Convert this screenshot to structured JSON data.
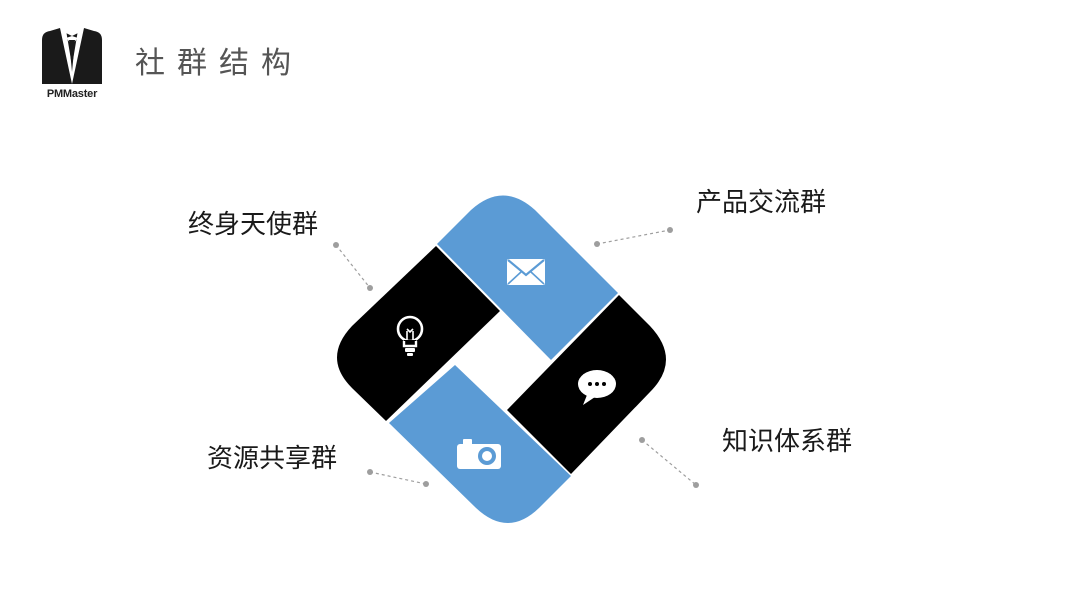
{
  "header": {
    "logo_text": "PMMaster",
    "title": "社群结构"
  },
  "diagram": {
    "segments": [
      {
        "label": "产品交流群",
        "icon": "envelope-icon",
        "color": "#5b9bd5"
      },
      {
        "label": "知识体系群",
        "icon": "chat-bubble-icon",
        "color": "#000000"
      },
      {
        "label": "资源共享群",
        "icon": "camera-icon",
        "color": "#5b9bd5"
      },
      {
        "label": "终身天使群",
        "icon": "lightbulb-icon",
        "color": "#000000"
      }
    ]
  },
  "colors": {
    "accent_blue": "#5b9bd5",
    "dark": "#000000",
    "connector_gray": "#9e9e9e"
  }
}
